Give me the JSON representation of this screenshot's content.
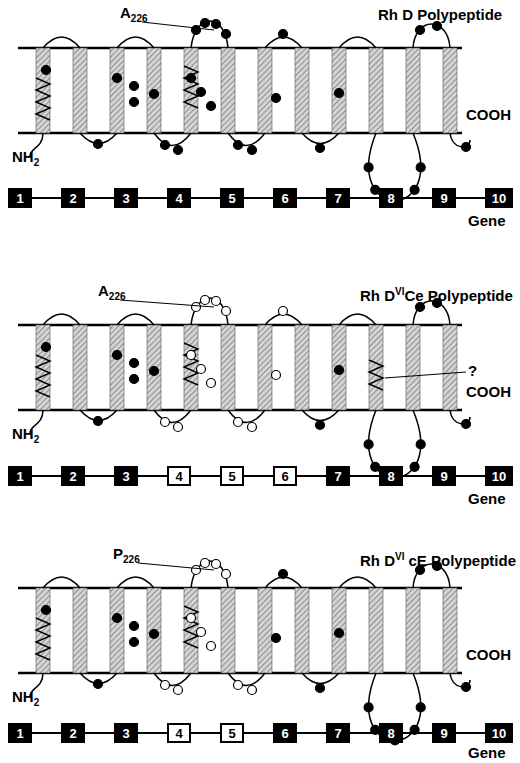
{
  "diagram": {
    "nodes": [
      {
        "text": [
          "1"
        ]
      },
      {
        "text": [
          "2"
        ]
      },
      {
        "text": [
          "3"
        ]
      },
      {
        "text": [
          "4"
        ]
      },
      {
        "text": [
          "5"
        ]
      },
      {
        "text": [
          "6"
        ]
      },
      {
        "text": [
          "7"
        ]
      },
      {
        "text": [
          "8"
        ]
      },
      {
        "text": [
          "9"
        ]
      },
      {
        "text": [
          "10"
        ]
      },
      {
        "text": [
          "1"
        ]
      },
      {
        "text": [
          "2"
        ]
      },
      {
        "text": [
          "3"
        ]
      },
      {
        "text": [
          "4"
        ]
      },
      {
        "text": [
          "5"
        ]
      },
      {
        "text": [
          "6"
        ]
      },
      {
        "text": [
          "7"
        ]
      },
      {
        "text": [
          "8"
        ]
      },
      {
        "text": [
          "9"
        ]
      },
      {
        "text": [
          "10"
        ]
      },
      {
        "text": [
          "1"
        ]
      },
      {
        "text": [
          "2"
        ]
      },
      {
        "text": [
          "3"
        ]
      },
      {
        "text": [
          "4"
        ]
      },
      {
        "text": [
          "5"
        ]
      },
      {
        "text": [
          "6"
        ]
      },
      {
        "text": [
          "7"
        ]
      },
      {
        "text": [
          "8"
        ]
      },
      {
        "text": [
          "9"
        ]
      },
      {
        "text": [
          "10"
        ]
      }
    ],
    "edges": [
      {
        "from": 0,
        "to": 1,
        "arrow": "none"
      },
      {
        "from": 1,
        "to": 2,
        "arrow": "none"
      },
      {
        "from": 2,
        "to": 3,
        "arrow": "none"
      },
      {
        "from": 3,
        "to": 4,
        "arrow": "none"
      },
      {
        "from": 4,
        "to": 5,
        "arrow": "none"
      },
      {
        "from": 5,
        "to": 6,
        "arrow": "none"
      },
      {
        "from": 6,
        "to": 7,
        "arrow": "none"
      },
      {
        "from": 7,
        "to": 8,
        "arrow": "none"
      },
      {
        "from": 8,
        "to": 9,
        "arrow": "none"
      },
      {
        "from": 10,
        "to": 11,
        "arrow": "none"
      },
      {
        "from": 11,
        "to": 12,
        "arrow": "none"
      },
      {
        "from": 12,
        "to": 13,
        "arrow": "none"
      },
      {
        "from": 13,
        "to": 14,
        "arrow": "none"
      },
      {
        "from": 14,
        "to": 15,
        "arrow": "none"
      },
      {
        "from": 15,
        "to": 16,
        "arrow": "none"
      },
      {
        "from": 16,
        "to": 17,
        "arrow": "none"
      },
      {
        "from": 17,
        "to": 18,
        "arrow": "none"
      },
      {
        "from": 18,
        "to": 19,
        "arrow": "none"
      },
      {
        "from": 20,
        "to": 21,
        "arrow": "none"
      },
      {
        "from": 21,
        "to": 22,
        "arrow": "none"
      },
      {
        "from": 22,
        "to": 23,
        "arrow": "none"
      },
      {
        "from": 23,
        "to": 24,
        "arrow": "none"
      },
      {
        "from": 24,
        "to": 25,
        "arrow": "none"
      },
      {
        "from": 25,
        "to": 26,
        "arrow": "none"
      },
      {
        "from": 26,
        "to": 27,
        "arrow": "none"
      },
      {
        "from": 27,
        "to": 28,
        "arrow": "none"
      },
      {
        "from": 28,
        "to": 29,
        "arrow": "none"
      }
    ],
    "labels": [
      "A",
      "226",
      "Rh D Polypeptide",
      "NH",
      "2",
      "COOH",
      "Gene",
      "A",
      "226",
      "Rh D",
      "VI",
      "Ce Polypeptide",
      "?",
      "NH",
      "2",
      "COOH",
      "Gene",
      "P",
      "226",
      "Rh D",
      "VI",
      "cE Polypeptide",
      "NH",
      "2",
      "COOH",
      "Gene"
    ]
  }
}
